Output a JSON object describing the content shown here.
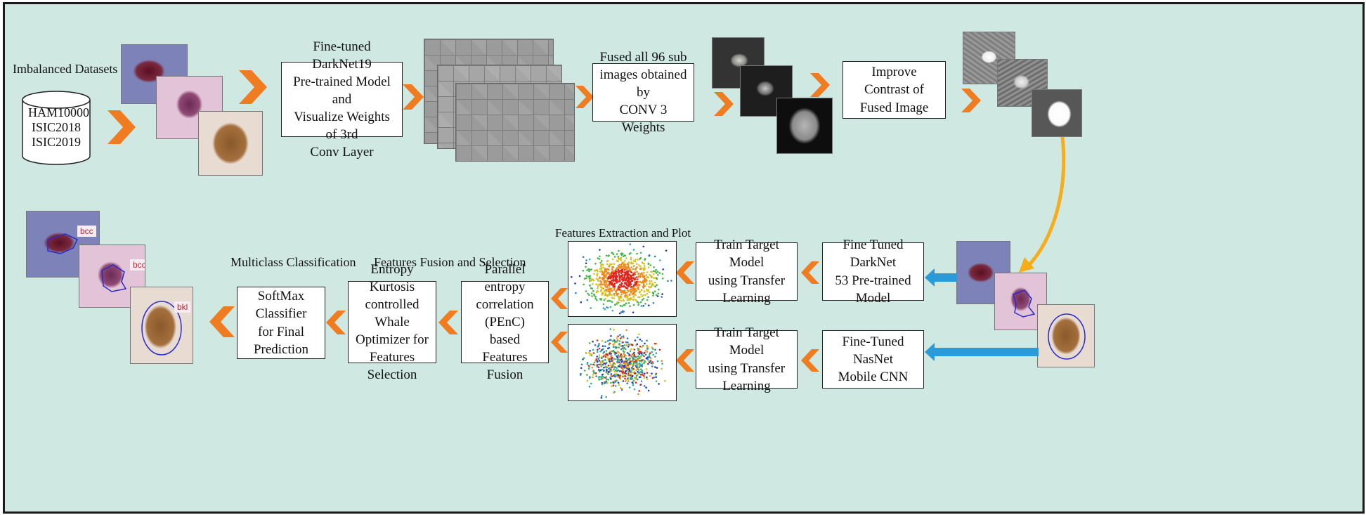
{
  "input": {
    "caption": "Imbalanced Datasets",
    "datasets": [
      "HAM10000",
      "ISIC2018",
      "ISIC2019"
    ]
  },
  "steps": {
    "darknet19": "Fine-tuned DarkNet19\nPre-trained Model and\nVisualize Weights of 3rd\nConv Layer",
    "fused": "Fused all 96 sub\nimages obtained by\nCONV 3 Weights",
    "contrast": "Improve Contrast of\nFused Image",
    "darknet53": "Fine Tuned DarkNet\n53 Pre-trained Model",
    "nasnet": "Fine-Tuned NasNet\nMobile CNN",
    "train_top": "Train Target Model\nusing Transfer Learning",
    "train_bottom": "Train Target Model\nusing Transfer Learning",
    "penc": "Parallel entropy\ncorrelation (PEnC)\nbased Features\nFusion",
    "whale": "Entropy Kurtosis\ncontrolled Whale\nOptimizer for\nFeatures Selection",
    "softmax": "SoftMax Classifier\nfor Final Prediction"
  },
  "section_labels": {
    "extraction": "Features Extraction and Plot",
    "fusion_selection": "Features Fusion and Selection",
    "multiclass": "Multiclass Classification"
  },
  "class_tags": [
    "bcc",
    "bcc",
    "bkl"
  ],
  "colors": {
    "background": "#cfe8e1",
    "chevron": "#f07c22",
    "blue_arrow": "#2b9ad8",
    "curve_arrow": "#f6ad1c",
    "tag_text": "#d21c24"
  }
}
